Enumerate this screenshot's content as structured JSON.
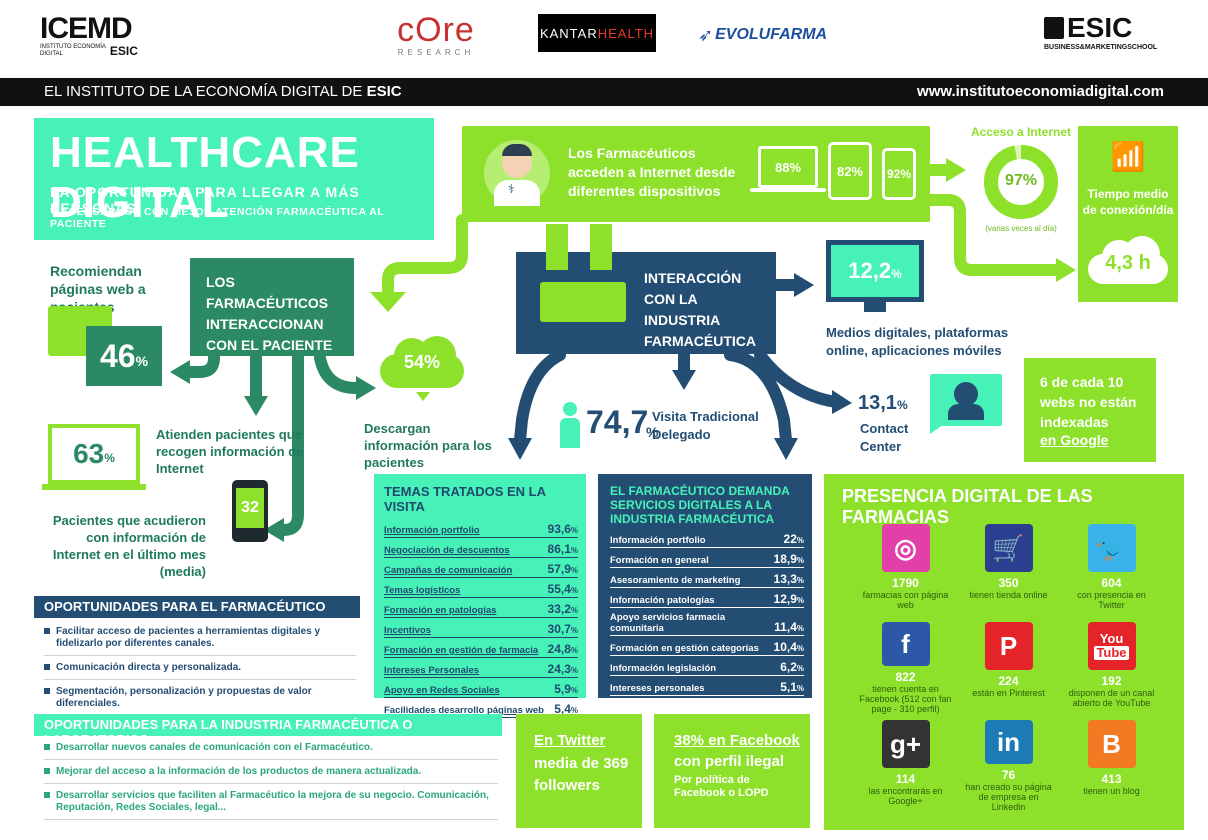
{
  "logos": {
    "icemd": "ICEMD",
    "icemd_sub1": "INSTITUTO ECONOMÍA",
    "icemd_sub2": "DIGITAL",
    "icemd_esic": "ESIC",
    "core": "cOre",
    "core_sub": "RESEARCH",
    "kantar": "KANTAR",
    "kantar_health": "HEALTH",
    "evolufarma": "EVOLUFARMA",
    "esic": "ESIC",
    "esic_sub": "BUSINESS&MARKETINGSCHOOL"
  },
  "header_bar": {
    "left": "EL INSTITUTO DE LA ECONOMÍA DIGITAL DE",
    "left_bold": "ESIC",
    "right": "www.institutoeconomiadigital.com"
  },
  "hero": {
    "title": "HEALTHCARE DIGITAL",
    "subtitle1": "LA OPORTUNIDAD PARA LLEGAR A MÁS PERSONAS",
    "subtitle2": "Y ACERCARNOS CON MEJOR ATENCIÓN FARMACÉUTICA AL PACIENTE"
  },
  "devices": {
    "text": "Los Farmacéuticos acceden a Internet desde diferentes dispositivos",
    "laptop": "88%",
    "tablet": "82%",
    "phone": "92%"
  },
  "access": {
    "label": "Acceso a Internet",
    "value": "97%",
    "note": "(varias veces al día)",
    "value_fraction": 0.97
  },
  "connection": {
    "label": "Tiempo medio de conexión/día",
    "value": "4,3 h"
  },
  "patients": {
    "box": "LOS FARMACÉUTICOS INTERACCIONAN CON EL PACIENTE",
    "recommend_label": "Recomiendan páginas web a pacientes",
    "recommend_value": "46",
    "pct": "%",
    "attend_value": "63",
    "attend_label": "Atienden pacientes que recogen información de Internet",
    "download_value": "54%",
    "download_label": "Descargan información para los pacientes",
    "visits_value": "32",
    "visits_label": "Pacientes que acudieron con información de Internet en el último mes (media)"
  },
  "industry": {
    "box": "INTERACCIÓN CON LA INDUSTRIA FARMACÉUTICA",
    "digital_value": "12,2",
    "digital_label": "Medios digitales, plataformas online, aplicaciones móviles",
    "visit_value": "74,7",
    "visit_label": "Visita Tradicional Delegado",
    "contact_value": "13,1",
    "contact_label": "Contact Center"
  },
  "indexed": {
    "text": "6 de cada 10 webs no están indexadas",
    "link": "en Google"
  },
  "topics": {
    "title": "TEMAS TRATADOS EN LA VISITA",
    "rows": [
      {
        "label": "Información portfolio",
        "value": "93,6",
        "unit": "%"
      },
      {
        "label": "Negociación de descuentos",
        "value": "86,1",
        "unit": "%"
      },
      {
        "label": "Campañas de comunicación",
        "value": "57,9",
        "unit": "%"
      },
      {
        "label": "Temas logísticos",
        "value": "55,4",
        "unit": "%"
      },
      {
        "label": "Formación en patologías",
        "value": "33,2",
        "unit": "%"
      },
      {
        "label": "Incentivos",
        "value": "30,7",
        "unit": "%"
      },
      {
        "label": "Formación en gestión de farmacia",
        "value": "24,8",
        "unit": "%"
      },
      {
        "label": "Intereses Personales",
        "value": "24,3",
        "unit": "%"
      },
      {
        "label": "Apoyo en Redes Sociales",
        "value": "5,9",
        "unit": "%"
      },
      {
        "label": "Facilidades desarrollo páginas web",
        "value": "5,4",
        "unit": "%"
      }
    ]
  },
  "services": {
    "title": "EL FARMACÉUTICO DEMANDA SERVICIOS DIGITALES A LA INDUSTRIA FARMACÉUTICA",
    "rows": [
      {
        "label": "Información portfolio",
        "value": "22",
        "unit": "%"
      },
      {
        "label": "Formación en general",
        "value": "18,9",
        "unit": "%"
      },
      {
        "label": "Asesoramiento de marketing",
        "value": "13,3",
        "unit": "%"
      },
      {
        "label": "Información patologías",
        "value": "12,9",
        "unit": "%"
      },
      {
        "label": "Apoyo servicios farmacia comunitaria",
        "value": "11,4",
        "unit": "%"
      },
      {
        "label": "Formación en gestión categorías",
        "value": "10,4",
        "unit": "%"
      },
      {
        "label": "Información legislación",
        "value": "6,2",
        "unit": "%"
      },
      {
        "label": "Intereses personales",
        "value": "5,1",
        "unit": "%"
      }
    ]
  },
  "presence": {
    "title": "PRESENCIA DIGITAL DE LAS FARMACIAS",
    "items": [
      {
        "icon": "web-icon",
        "glyph": "◎",
        "num": "1790",
        "text": "farmacias con página web",
        "color": "#e33fa8"
      },
      {
        "icon": "cart-icon",
        "glyph": "🛒",
        "num": "350",
        "text": "tienen tienda online",
        "color": "#2a3f8f"
      },
      {
        "icon": "twitter-icon",
        "glyph": "🐦",
        "num": "604",
        "text": "con presencia en Twitter",
        "color": "#3ab3ea"
      },
      {
        "icon": "facebook-icon",
        "glyph": "f",
        "num": "822",
        "text": "tienen cuenta en Facebook (512 con fan page - 310 perfil)",
        "color": "#2d58a7"
      },
      {
        "icon": "pinterest-icon",
        "glyph": "P",
        "num": "224",
        "text": "están en Pinterest",
        "color": "#e52429"
      },
      {
        "icon": "youtube-icon",
        "glyph": "You",
        "glyph2": "Tube",
        "num": "192",
        "text": "disponen de un canal abierto de YouTube",
        "color": "#e52429"
      },
      {
        "icon": "googleplus-icon",
        "glyph": "g+",
        "num": "114",
        "text": "las encontrarás en Google+",
        "color": "#333333"
      },
      {
        "icon": "linkedin-icon",
        "glyph": "in",
        "num": "76",
        "text": "han creado su página de empresa en Linkedin",
        "color": "#1c7bb5"
      },
      {
        "icon": "blogger-icon",
        "glyph": "B",
        "num": "413",
        "text": "tienen un blog",
        "color": "#f27a22"
      }
    ]
  },
  "opportunities": {
    "pharma_title": "OPORTUNIDADES PARA EL FARMACÉUTICO",
    "pharma": [
      "Facilitar acceso de pacientes a herramientas digitales y fidelizarlo por diferentes canales.",
      "Comunicación directa y personalizada.",
      "Segmentación, personalización y propuestas de valor diferenciales."
    ],
    "industry_title": "OPORTUNIDADES PARA LA INDUSTRIA FARMACÉUTICA O LABORATORIOS",
    "industry": [
      "Desarrollar nuevos canales de comunicación con el Farmacéutico.",
      "Mejorar del acceso a la información de los productos de manera actualizada.",
      "Desarrollar servicios que faciliten al Farmacéutico la mejora de su negocio. Comunicación, Reputación, Redes Sociales, legal..."
    ]
  },
  "twitter_box": {
    "link": "En Twitter",
    "text": "media de 369 followers"
  },
  "facebook_box": {
    "link": "38% en Facebook",
    "text": "con perfil ilegal",
    "note": "Por política de Facebook o LOPD"
  },
  "colors": {
    "lime": "#8ee12b",
    "teal": "#2b8a64",
    "mint": "#47f2b9",
    "navy": "#234d72"
  }
}
